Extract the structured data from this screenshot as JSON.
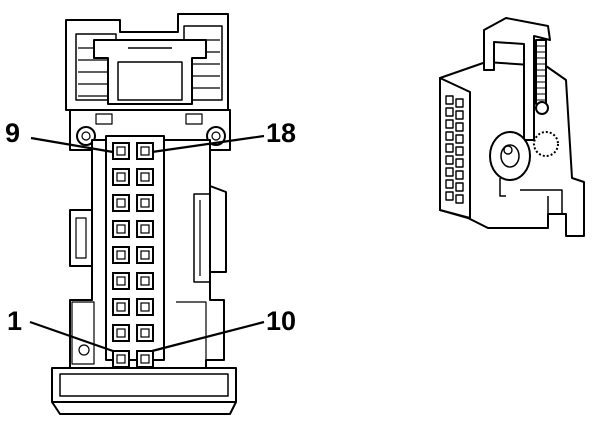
{
  "diagram": {
    "pin_labels": {
      "top_left": "9",
      "top_right": "18",
      "bottom_left": "1",
      "bottom_right": "10"
    },
    "cavity_layout": {
      "rows": 9,
      "columns": 2
    },
    "colors": {
      "stroke": "#000000",
      "fill": "#ffffff"
    }
  }
}
